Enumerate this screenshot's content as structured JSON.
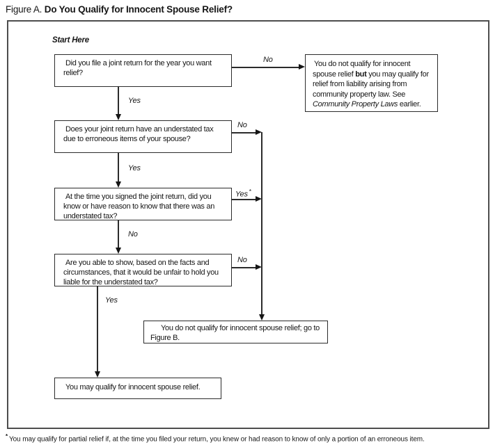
{
  "title": {
    "prefix": "Figure A. ",
    "main": "Do You Qualify for Innocent Spouse Relief?"
  },
  "start_label": "Start Here",
  "nodes": {
    "q1": "Did you file a joint return for the year you want relief?",
    "community": {
      "part1": "You do not qualify for innocent spouse relief ",
      "bold": "but",
      "part2": " you may qualify for relief from liability arising from community property law. See ",
      "italic": "Community Property Laws",
      "part3": " earlier."
    },
    "q2": "Does your joint return have an understated tax due to erroneous items of your spouse?",
    "q3": "At the time you signed the joint return, did you know or have reason to know that there was an understated tax?",
    "q4": "Are you able to show, based on the facts and circumstances, that it would be unfair to hold you liable for the understated tax?",
    "figb": "You do not qualify for innocent spouse relief; go to Figure B.",
    "final": "You may qualify for innocent spouse relief."
  },
  "edges": {
    "q1_no": "No",
    "q1_yes": "Yes",
    "q2_no": "No",
    "q2_yes": "Yes",
    "q3_yes": "Yes",
    "q3_yes_sup": "*",
    "q3_no": "No",
    "q4_no": "No",
    "q4_yes": "Yes"
  },
  "footnote": {
    "symbol": "*",
    "text": "You may qualify for partial relief if, at the time you filed your return, you knew or had reason to know of only a portion of an erroneous item."
  },
  "colors": {
    "ink": "#161616",
    "box_border": "#2b2b2b",
    "frame_border": "#4d4d4d",
    "line": "#2b2b2b",
    "background": "#ffffff"
  }
}
